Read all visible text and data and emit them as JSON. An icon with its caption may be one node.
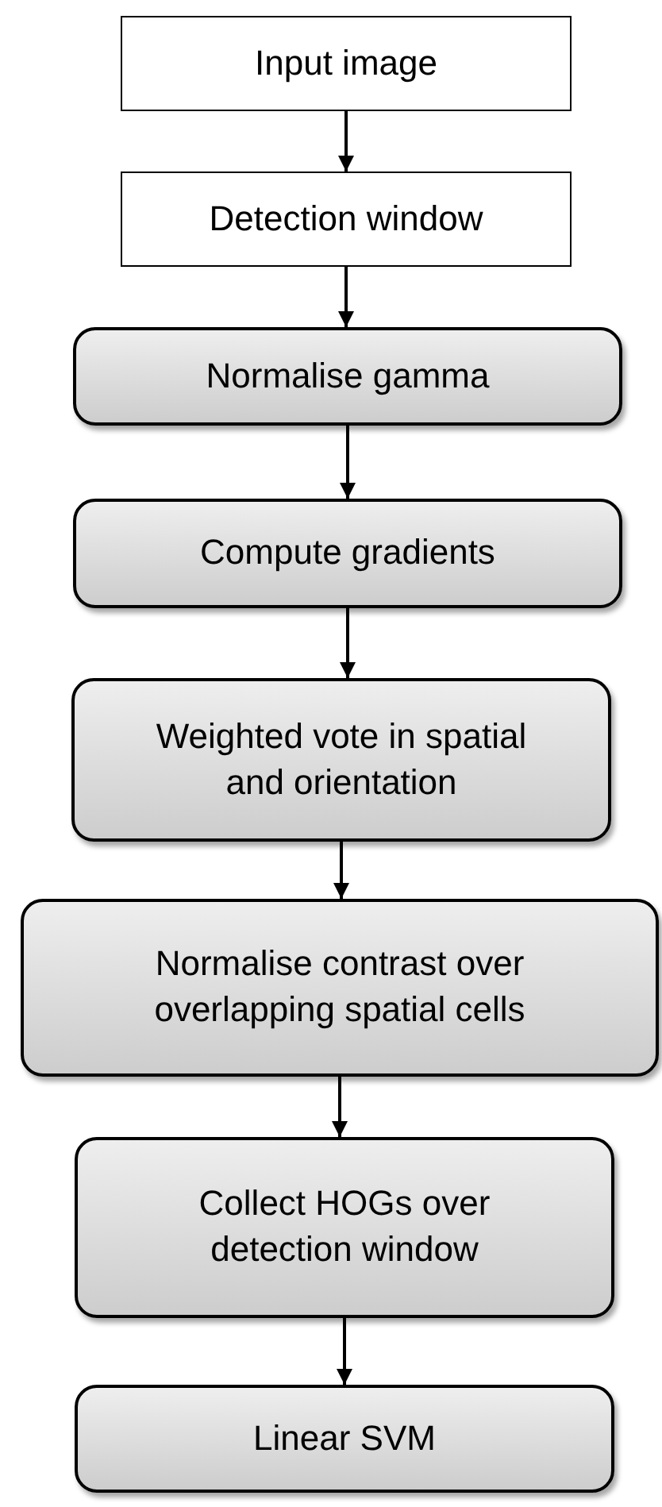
{
  "diagram": {
    "nodes": [
      {
        "text": [
          "Input image"
        ]
      },
      {
        "text": [
          "Detection window"
        ]
      },
      {
        "text": [
          "Normalise gamma"
        ]
      },
      {
        "text": [
          "Compute gradients"
        ]
      },
      {
        "text": [
          "Weighted vote in spatial and orientation"
        ]
      },
      {
        "text": [
          "Normalise contrast over overlapping spatial cells"
        ]
      },
      {
        "text": [
          "Collect HOGs over detection window"
        ]
      },
      {
        "text": [
          "Linear SVM"
        ]
      }
    ],
    "edges": [
      {
        "from": 0,
        "to": 1,
        "arrow": "to"
      },
      {
        "from": 1,
        "to": 2,
        "arrow": "to"
      },
      {
        "from": 2,
        "to": 3,
        "arrow": "to"
      },
      {
        "from": 3,
        "to": 4,
        "arrow": "to"
      },
      {
        "from": 4,
        "to": 5,
        "arrow": "to"
      },
      {
        "from": 5,
        "to": 6,
        "arrow": "to"
      },
      {
        "from": 6,
        "to": 7,
        "arrow": "to"
      }
    ]
  }
}
